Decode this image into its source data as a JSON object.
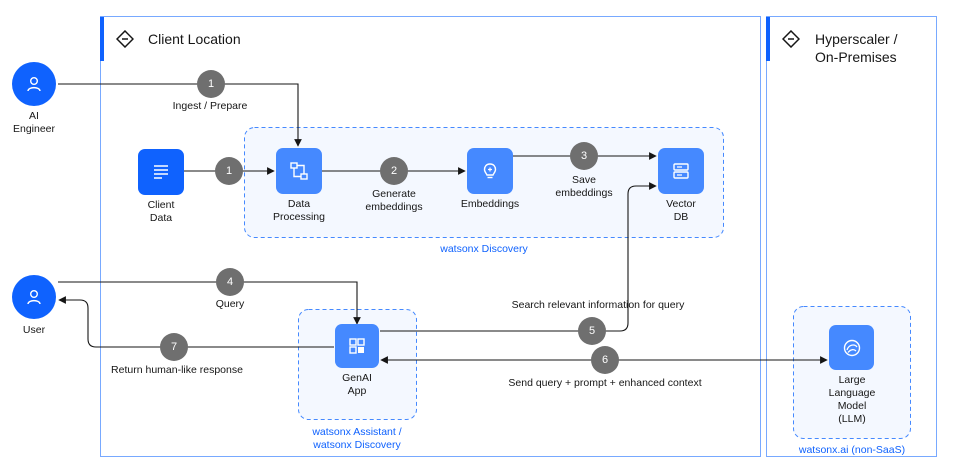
{
  "zones": {
    "client": {
      "title": "Client Location"
    },
    "hyperscaler": {
      "title": "Hyperscaler /\nOn-Premises"
    }
  },
  "groups": {
    "discovery": "watsonx Discovery",
    "assistant": "watsonx Assistant /\nwatsonx Discovery",
    "watsonx_ai": "watsonx.ai (non-SaaS)"
  },
  "actors": {
    "ai_engineer": {
      "label": "AI\nEngineer",
      "icon": "user-icon"
    },
    "user": {
      "label": "User",
      "icon": "user-icon"
    }
  },
  "nodes": {
    "client_data": {
      "label": "Client\nData",
      "icon": "document-list-icon"
    },
    "data_processing": {
      "label": "Data\nProcessing",
      "icon": "flow-icon"
    },
    "embeddings": {
      "label": "Embeddings",
      "icon": "lightbulb-icon"
    },
    "vector_db": {
      "label": "Vector\nDB",
      "icon": "database-icon"
    },
    "genai_app": {
      "label": "GenAI\nApp",
      "icon": "app-grid-icon"
    },
    "llm": {
      "label": "Large\nLanguage\nModel\n(LLM)",
      "icon": "model-icon"
    }
  },
  "steps": {
    "s1a": {
      "num": "1",
      "label": "Ingest / Prepare"
    },
    "s1b": {
      "num": "1",
      "label": ""
    },
    "s2": {
      "num": "2",
      "label": "Generate\nembeddings"
    },
    "s3": {
      "num": "3",
      "label": "Save\nembeddings"
    },
    "s4": {
      "num": "4",
      "label": "Query"
    },
    "s5": {
      "num": "5",
      "label": "Search relevant information for query"
    },
    "s6": {
      "num": "6",
      "label": "Send query + prompt + enhanced context"
    },
    "s7": {
      "num": "7",
      "label": "Return human-like response"
    }
  },
  "colors": {
    "accent": "#0f62fe",
    "node": "#4589ff",
    "badge": "#6f6f6f",
    "zone_border": "#4589ff",
    "group_fill": "#edf5ff",
    "group_border": "#4589ff",
    "line": "#161616"
  }
}
